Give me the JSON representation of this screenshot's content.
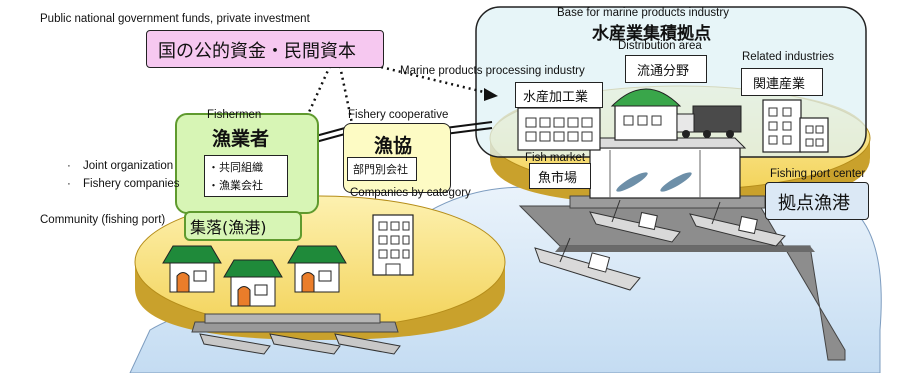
{
  "labels": {
    "funds_en": "Public national government funds, private investment",
    "funds_jp": "国の公的資金・民間資本",
    "base_en": "Base for marine products industry",
    "base_jp": "水産業集積拠点",
    "distribution_en": "Distribution area",
    "distribution_jp": "流通分野",
    "related_en": "Related industries",
    "related_jp": "関連産業",
    "processing_en": "Marine products processing industry",
    "processing_jp": "水産加工業",
    "fishermen_en": "Fishermen",
    "fishermen_jp": "漁業者",
    "coop_en": "Fishery cooperative",
    "coop_jp": "漁協",
    "joint_jp": "・共同組織",
    "companies_jp": "・漁業会社",
    "joint_en": "Joint organization",
    "companies_en": "Fishery companies",
    "bullet": "·",
    "category_jp": "部門別会社",
    "category_en": "Companies by category",
    "market_en": "Fish market",
    "market_jp": "魚市場",
    "port_center_en": "Fishing port center",
    "port_center_jp": "拠点漁港",
    "community_en": "Community (fishing port)",
    "community_jp": "集落(漁港)"
  },
  "colors": {
    "funds_fill": "#f6c8f0",
    "fishermen_fill": "#d7f5b5",
    "fishermen_border": "#5f9a2e",
    "coop_fill": "#fdfbc4",
    "base_fill": "#dff2f6",
    "island_fill": "#fbe88c",
    "sea_fill": "#d3e5f5",
    "house_roof": "#1f8a3a",
    "house_door": "#ea7d2a",
    "warehouse_roof": "#39a64a",
    "port_label_fill": "#dbe8f5"
  }
}
